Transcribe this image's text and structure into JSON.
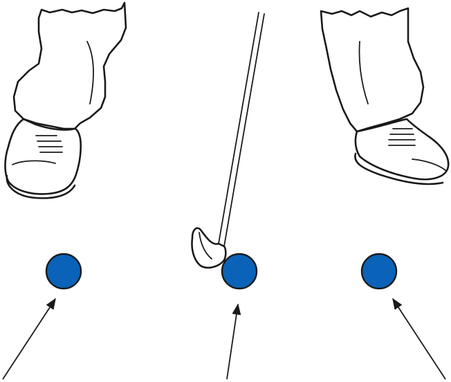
{
  "colors": {
    "ball": "#0a63b8",
    "trouser": "#959595",
    "ink": "#1a1a1a",
    "shoe": "#ffffff"
  },
  "figures": [
    {
      "id": "left-foot",
      "icon": "golf-shoe-icon"
    },
    {
      "id": "club",
      "icon": "golf-club-icon"
    },
    {
      "id": "right-foot",
      "icon": "golf-shoe-icon"
    }
  ],
  "balls": [
    {
      "position": "toward-back-foot",
      "icon": "golf-ball-icon"
    },
    {
      "position": "center-stance",
      "icon": "golf-ball-icon"
    },
    {
      "position": "toward-front-foot",
      "icon": "golf-ball-icon"
    }
  ],
  "arrows": [
    {
      "points_to": "ball-1",
      "icon": "arrow-icon"
    },
    {
      "points_to": "ball-2",
      "icon": "arrow-icon"
    },
    {
      "points_to": "ball-3",
      "icon": "arrow-icon"
    }
  ]
}
